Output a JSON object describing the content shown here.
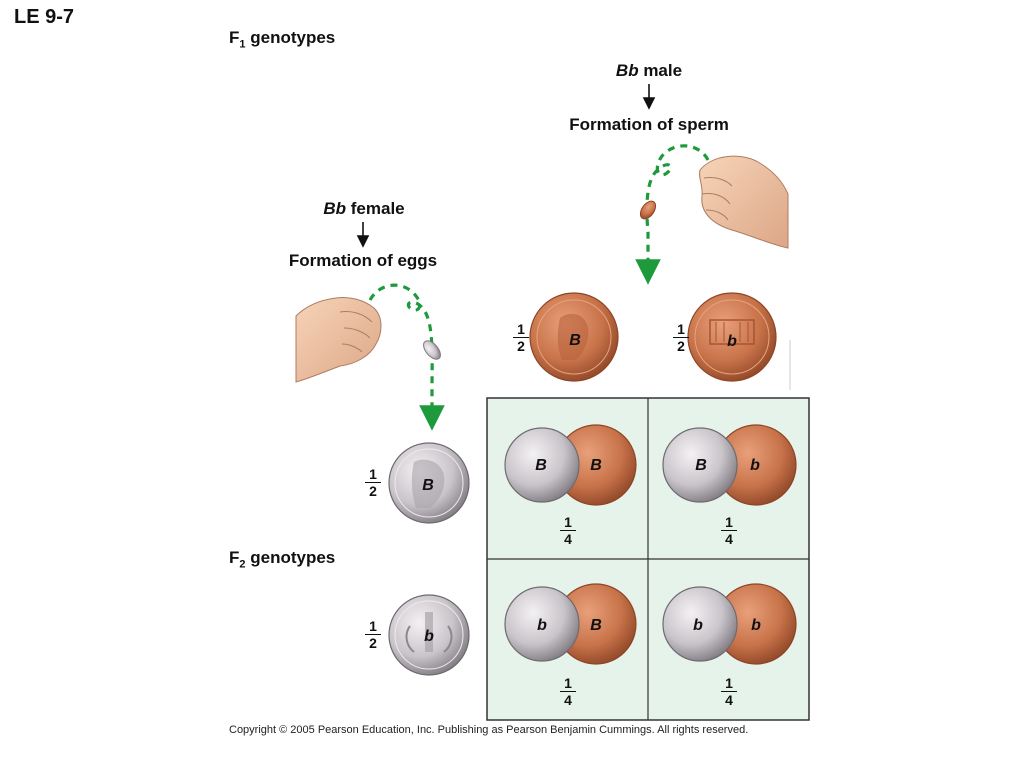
{
  "slide_label": "LE 9-7",
  "f1_label": {
    "prefix": "F",
    "sub": "1",
    "suffix": " genotypes"
  },
  "f2_label": {
    "prefix": "F",
    "sub": "2",
    "suffix": " genotypes"
  },
  "male": {
    "genotype": "Bb",
    "sex": " male",
    "process": "Formation of sperm"
  },
  "female": {
    "genotype": "Bb",
    "sex": " female",
    "process": "Formation of eggs"
  },
  "sperm": [
    {
      "allele": "B",
      "frac_num": "1",
      "frac_den": "2"
    },
    {
      "allele": "b",
      "frac_num": "1",
      "frac_den": "2"
    }
  ],
  "eggs": [
    {
      "allele": "B",
      "frac_num": "1",
      "frac_den": "2"
    },
    {
      "allele": "b",
      "frac_num": "1",
      "frac_den": "2"
    }
  ],
  "grid": [
    {
      "egg": "B",
      "sperm": "B",
      "frac_num": "1",
      "frac_den": "4"
    },
    {
      "egg": "B",
      "sperm": "b",
      "frac_num": "1",
      "frac_den": "4"
    },
    {
      "egg": "b",
      "sperm": "B",
      "frac_num": "1",
      "frac_den": "4"
    },
    {
      "egg": "b",
      "sperm": "b",
      "frac_num": "1",
      "frac_den": "4"
    }
  ],
  "copyright": "Copyright © 2005 Pearson Education, Inc. Publishing as Pearson Benjamin Cummings. All rights reserved.",
  "colors": {
    "punnett_fill": "#e6f3ea",
    "arrow_green": "#1e9a3c",
    "penny": "#c8734a",
    "dime": "#c9c4c9"
  }
}
